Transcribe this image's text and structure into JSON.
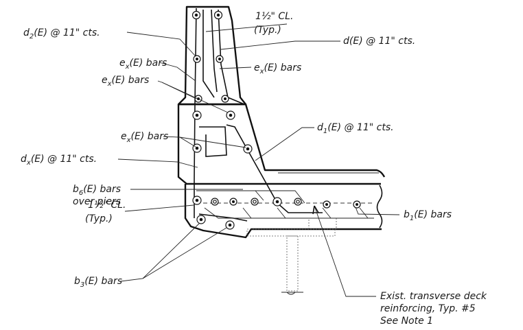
{
  "labels": {
    "d2": "d",
    "d2_sub": "2",
    "d2_rest": "(E) @ 11\" cts.",
    "cl_top": "1½\" CL.",
    "typ_top": "(Typ.)",
    "d_top": "d(E) @ 11\" cts.",
    "ex1": "e",
    "ex1_sub": "x",
    "ex1_rest": "(E) bars",
    "ex2": "e",
    "ex2_sub": "x",
    "ex2_rest": "(E) bars",
    "ex3": "e",
    "ex3_sub": "x",
    "ex3_rest": "(E) bars",
    "ex4": "e",
    "ex4_sub": "x",
    "ex4_rest": "(E) bars",
    "d1": "d",
    "d1_sub": "1",
    "d1_rest": "(E) @ 11\" cts.",
    "dx": "d",
    "dx_sub": "x",
    "dx_rest": "(E) @ 11\" cts.",
    "b6": "b",
    "b6_sub": "6",
    "b6_rest": "(E) bars",
    "over_piers": "over piers",
    "cl_bot": "1½\" CL.",
    "typ_bot": "(Typ.)",
    "b1": "b",
    "b1_sub": "1",
    "b1_rest": "(E) bars",
    "b3": "b",
    "b3_sub": "3",
    "b3_rest": "(E) bars",
    "note_1": "Exist. transverse deck",
    "note_2": "reinforcing, Typ. #5",
    "note_3": "See Note 1"
  }
}
